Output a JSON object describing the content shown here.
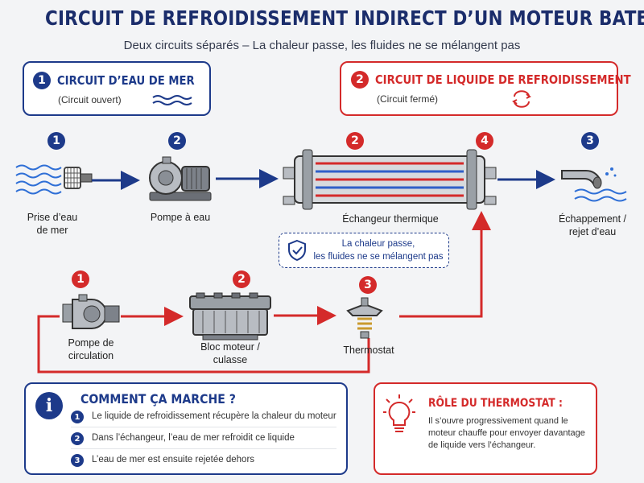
{
  "title": "CIRCUIT DE REFROIDISSEMENT INDIRECT D’UN MOTEUR BATEAU",
  "subtitle": "Deux circuits séparés – La chaleur passe, les fluides ne se mélangent pas",
  "sea_circuit": {
    "number": "1",
    "title": "CIRCUIT D’EAU DE MER",
    "note": "(Circuit ouvert)"
  },
  "coolant_circuit": {
    "number": "2",
    "title": "CIRCUIT DE LIQUIDE DE REFROIDISSEMENT",
    "note": "(Circuit fermé)"
  },
  "sea_steps": [
    {
      "number": "1",
      "label": "Prise d’eau\nde mer"
    },
    {
      "number": "2",
      "label": "Pompe à eau"
    },
    {
      "number": "3",
      "label": "Échappement /\nrejet d’eau"
    }
  ],
  "exchanger": {
    "number_in": "2",
    "number_out": "4",
    "label": "Échangeur thermique"
  },
  "heat_note": "La chaleur passe,\nles fluides ne se mélangent pas",
  "coolant_steps": [
    {
      "number": "1",
      "label": "Pompe de\ncirculation"
    },
    {
      "number": "2",
      "label": "Bloc moteur /\nculasse"
    },
    {
      "number": "3",
      "label": "Thermostat"
    }
  ],
  "how_it_works": {
    "title": "COMMENT ÇA MARCHE ?",
    "items": [
      {
        "number": "1",
        "text": "Le liquide de refroidissement récupère la chaleur du moteur"
      },
      {
        "number": "2",
        "text": "Dans l’échangeur, l’eau de mer refroidit ce liquide"
      },
      {
        "number": "3",
        "text": "L’eau de mer est ensuite rejetée dehors"
      }
    ]
  },
  "thermostat_role": {
    "title": "RÔLE DU THERMOSTAT :",
    "text": "Il s’ouvre progressivement quand le moteur chauffe pour envoyer davantage de liquide vers l’échangeur."
  },
  "colors": {
    "blue": "#1d3a8a",
    "red": "#d42a2a"
  }
}
